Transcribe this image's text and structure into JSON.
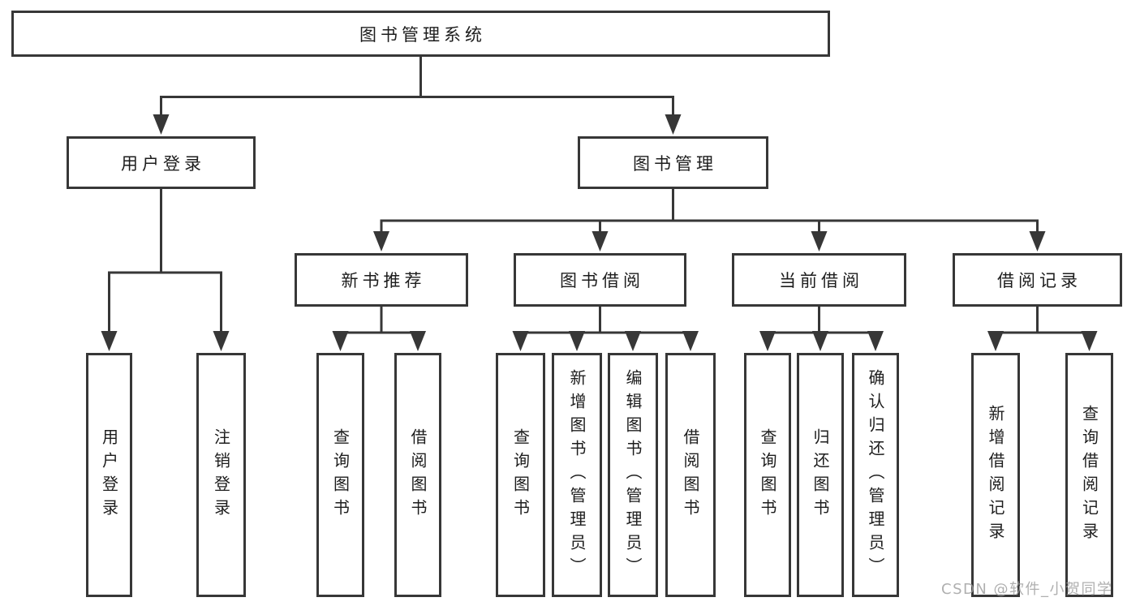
{
  "tree": {
    "root": {
      "label": "图书管理系统"
    },
    "branches": [
      {
        "label": "用户登录",
        "children": [
          {
            "label": "用户登录"
          },
          {
            "label": "注销登录"
          }
        ]
      },
      {
        "label": "图书管理",
        "children": [
          {
            "label": "新书推荐",
            "children": [
              {
                "label": "查询图书"
              },
              {
                "label": "借阅图书"
              }
            ]
          },
          {
            "label": "图书借阅",
            "children": [
              {
                "label": "查询图书"
              },
              {
                "label": "新增图书（管理员）"
              },
              {
                "label": "编辑图书（管理员）"
              },
              {
                "label": "借阅图书"
              }
            ]
          },
          {
            "label": "当前借阅",
            "children": [
              {
                "label": "查询图书"
              },
              {
                "label": "归还图书"
              },
              {
                "label": "确认归还（管理员）"
              }
            ]
          },
          {
            "label": "借阅记录",
            "children": [
              {
                "label": "新增借阅记录"
              },
              {
                "label": "查询借阅记录"
              }
            ]
          }
        ]
      }
    ]
  },
  "watermark": {
    "text": "CSDN @软件_小贺同学"
  },
  "colors": {
    "line": "#373737",
    "box_border": "#373737",
    "text": "#1d1d1d",
    "background": "#ffffff",
    "watermark": "#9e9e9e"
  }
}
